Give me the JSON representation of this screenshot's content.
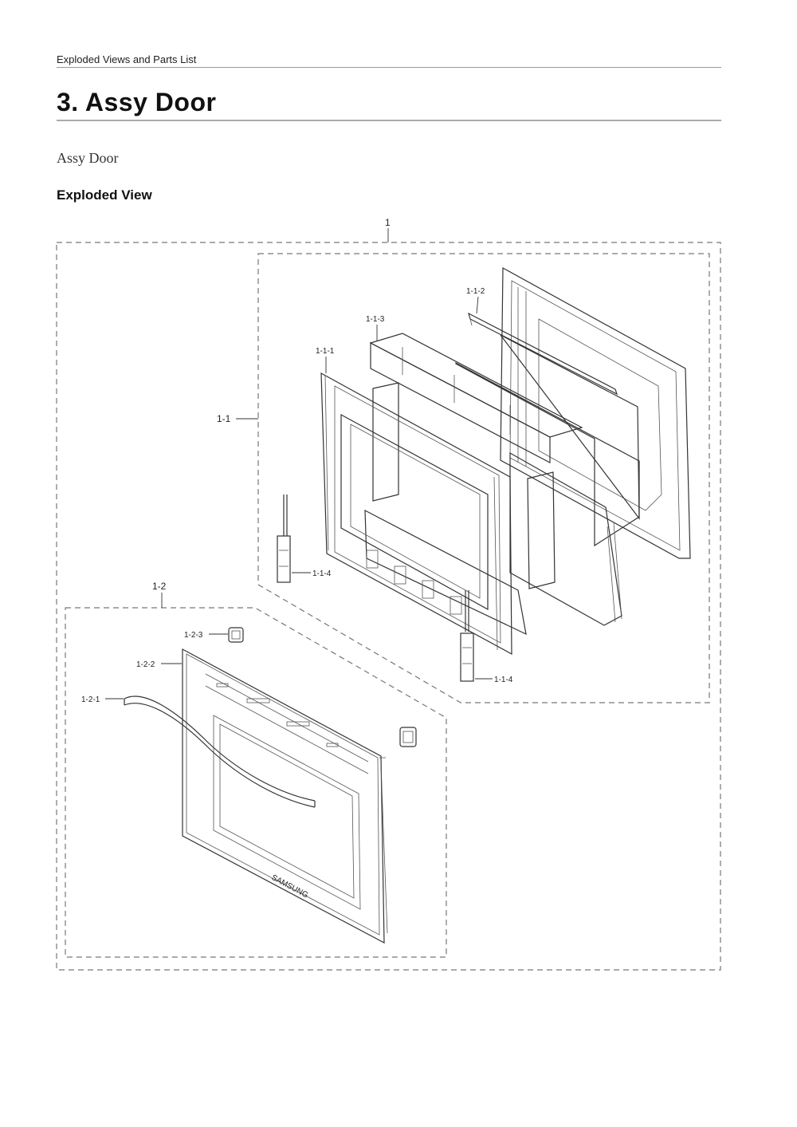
{
  "header": {
    "section": "Exploded Views and Parts List"
  },
  "page": {
    "title": "3.  Assy Door",
    "subtitle": "Assy Door",
    "section_heading": "Exploded View"
  },
  "diagram": {
    "callouts": {
      "assembly": "1",
      "inner_door": "1-1",
      "inner_frame": "1-1-1",
      "inner_bracket": "1-1-2",
      "insulation": "1-1-3",
      "hinge_left": "1-1-4",
      "hinge_right": "1-1-4",
      "outer_door": "1-2",
      "handle": "1-2-1",
      "outer_panel": "1-2-2",
      "handle_cap": "1-2-3"
    },
    "brand_mark": "SAMSUNG"
  }
}
